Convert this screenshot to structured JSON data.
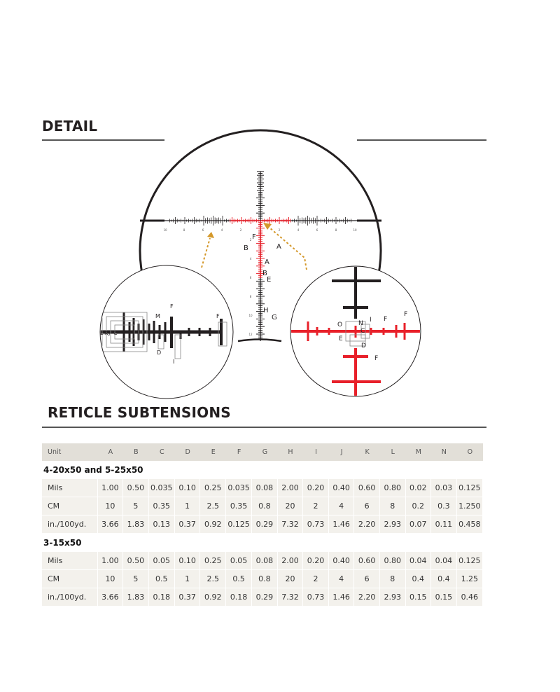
{
  "detail_title": "DETAIL",
  "subtensions_title": "RETICLE SUBTENSIONS",
  "colors": {
    "reticle_red": "#e8202a",
    "arrow": "#d4982a",
    "header_bg": "#e2dfd8",
    "row_bg": "#f3f1ec"
  },
  "diagram": {
    "h_scale": [
      "10",
      "8",
      "6",
      "4",
      "2",
      "2",
      "4",
      "6",
      "8",
      "10"
    ],
    "v_scale": [
      "2",
      "4",
      "6",
      "8",
      "10",
      "12"
    ],
    "main_labels": [
      "F",
      "B",
      "A",
      "A",
      "B",
      "E",
      "H",
      "G"
    ],
    "left_labels": [
      "F",
      "M",
      "F",
      "L",
      "K",
      "J",
      "C",
      "D",
      "I",
      "J"
    ],
    "right_labels": [
      "F",
      "I",
      "F",
      "O",
      "N",
      "C",
      "E",
      "D",
      "F"
    ]
  },
  "table": {
    "columns": [
      "Unit",
      "A",
      "B",
      "C",
      "D",
      "E",
      "F",
      "G",
      "H",
      "I",
      "J",
      "K",
      "L",
      "M",
      "N",
      "O"
    ],
    "sections": [
      {
        "title": "4-20x50 and 5-25x50",
        "rows": [
          {
            "unit": "Mils",
            "values": [
              "1.00",
              "0.50",
              "0.035",
              "0.10",
              "0.25",
              "0.035",
              "0.08",
              "2.00",
              "0.20",
              "0.40",
              "0.60",
              "0.80",
              "0.02",
              "0.03",
              "0.125"
            ]
          },
          {
            "unit": "CM",
            "values": [
              "10",
              "5",
              "0.35",
              "1",
              "2.5",
              "0.35",
              "0.8",
              "20",
              "2",
              "4",
              "6",
              "8",
              "0.2",
              "0.3",
              "1.250"
            ]
          },
          {
            "unit": "in./100yd.",
            "values": [
              "3.66",
              "1.83",
              "0.13",
              "0.37",
              "0.92",
              "0.125",
              "0.29",
              "7.32",
              "0.73",
              "1.46",
              "2.20",
              "2.93",
              "0.07",
              "0.11",
              "0.458"
            ]
          }
        ]
      },
      {
        "title": "3-15x50",
        "rows": [
          {
            "unit": "Mils",
            "values": [
              "1.00",
              "0.50",
              "0.05",
              "0.10",
              "0.25",
              "0.05",
              "0.08",
              "2.00",
              "0.20",
              "0.40",
              "0.60",
              "0.80",
              "0.04",
              "0.04",
              "0.125"
            ]
          },
          {
            "unit": "CM",
            "values": [
              "10",
              "5",
              "0.5",
              "1",
              "2.5",
              "0.5",
              "0.8",
              "20",
              "2",
              "4",
              "6",
              "8",
              "0.4",
              "0.4",
              "1.25"
            ]
          },
          {
            "unit": "in./100yd.",
            "values": [
              "3.66",
              "1.83",
              "0.18",
              "0.37",
              "0.92",
              "0.18",
              "0.29",
              "7.32",
              "0.73",
              "1.46",
              "2.20",
              "2.93",
              "0.15",
              "0.15",
              "0.46"
            ]
          }
        ]
      }
    ]
  }
}
